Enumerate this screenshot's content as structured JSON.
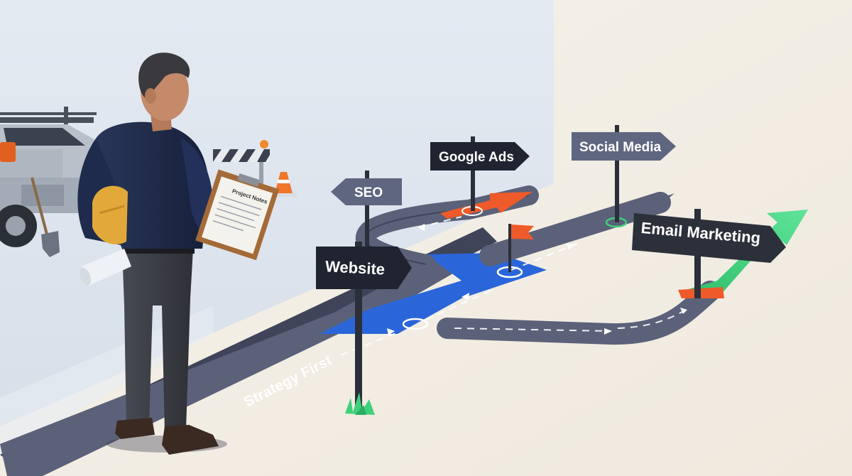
{
  "scene": {
    "path_label": "Strategy First",
    "clipboard_title": "Project Notes"
  },
  "signs": {
    "seo": "SEO",
    "google_ads": "Google Ads",
    "social_media": "Social Media",
    "website": "Website",
    "email_marketing": "Email Marketing"
  },
  "colors": {
    "wall": "#dfe6ee",
    "floor": "#f3efe6",
    "road": "#5b6178",
    "road_edge": "#3f4459",
    "blue_segment": "#2a66d9",
    "orange_arrow": "#ef5a2a",
    "green_arrow": "#3fd07a",
    "sign_dark": "#1f2430",
    "sign_slate": "#5e6680",
    "shirt": "#1e2a4a",
    "pants": "#3a3d44"
  },
  "icons": [
    "flag-icon",
    "grass-tuft-icon",
    "direction-arrow-icon"
  ]
}
